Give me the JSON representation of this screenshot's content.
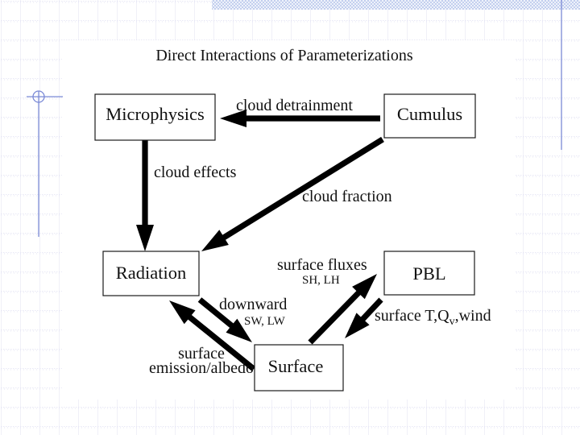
{
  "slide": {
    "title": "Direct Interactions of Parameterizations",
    "nodes": {
      "microphysics": "Microphysics",
      "cumulus": "Cumulus",
      "radiation": "Radiation",
      "pbl": "PBL",
      "surface": "Surface"
    },
    "edges": {
      "cumulus_to_microphysics": {
        "from": "Cumulus",
        "to": "Microphysics",
        "label": "cloud detrainment"
      },
      "microphysics_to_radiation": {
        "from": "Microphysics",
        "to": "Radiation",
        "label": "cloud effects"
      },
      "cumulus_to_radiation": {
        "from": "Cumulus",
        "to": "Radiation",
        "label": "cloud fraction"
      },
      "surface_to_pbl": {
        "from": "Surface",
        "to": "PBL",
        "label": "surface fluxes",
        "sublabel": "SH, LH"
      },
      "radiation_to_surface": {
        "from": "Radiation",
        "to": "Surface",
        "label": "downward",
        "sublabel": "SW, LW"
      },
      "surface_to_radiation": {
        "from": "Surface",
        "to": "Radiation",
        "label_line1": "surface",
        "label_line2": "emission/albedo"
      },
      "pbl_to_surface": {
        "from": "PBL",
        "to": "Surface",
        "label_main": "surface T,Q",
        "label_subscript": "v",
        "label_tail": ",wind"
      }
    }
  },
  "theme": {
    "accent_line": "#7b8ad6",
    "grid_line": "#d3d3ec",
    "band_dark": "#c3cfee",
    "band_light": "#eef2fb",
    "arrow": "#000000"
  }
}
